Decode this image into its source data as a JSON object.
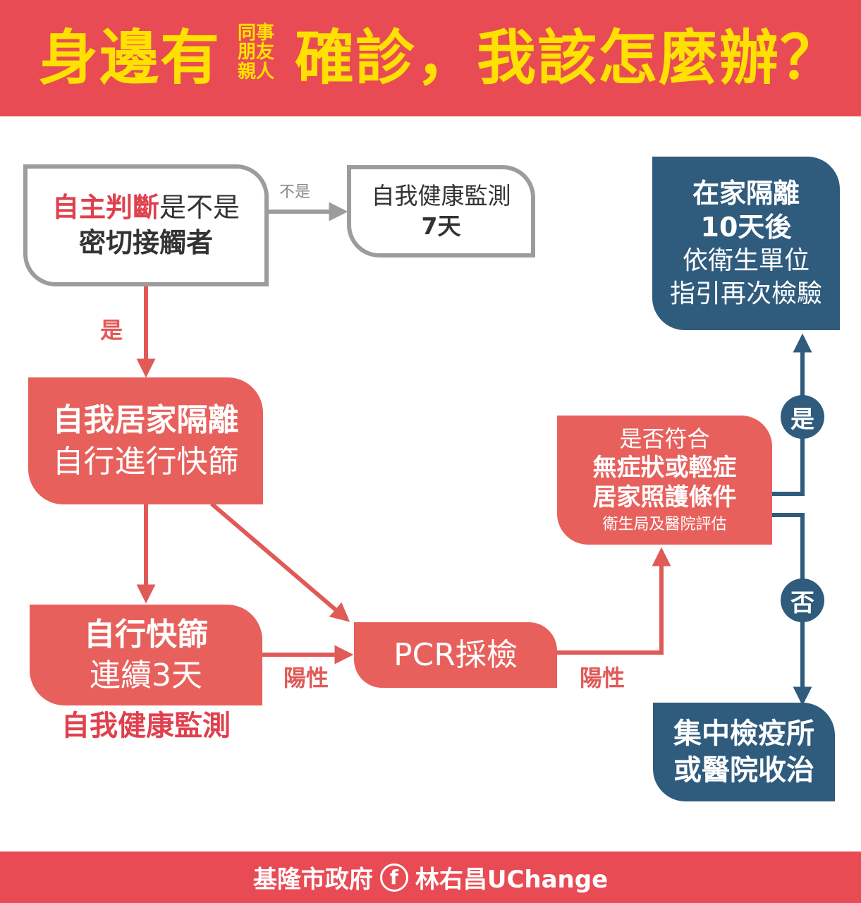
{
  "header": {
    "title_part1": "身邊有",
    "title_small": [
      "同事",
      "朋友",
      "親人"
    ],
    "title_part2": "確診，我該怎麼辦？"
  },
  "nodes": {
    "judge": {
      "highlight": "自主判斷",
      "normal": "是不是",
      "line2": "密切接觸者"
    },
    "monitor7": {
      "line1": "自我健康監測",
      "line2": "7天"
    },
    "quarantine": {
      "line1": "自我居家隔離",
      "line2": "自行進行快篩"
    },
    "rapid": {
      "line1": "自行快篩",
      "line2": "連續3天"
    },
    "rapid_note": "自我健康監測",
    "pcr": "PCR採檢",
    "criteria": {
      "line1": "是否符合",
      "line2": "無症狀或輕症",
      "line3": "居家照護條件",
      "line4": "衛生局及醫院評估"
    },
    "home10": {
      "line1": "在家隔離",
      "line2": "10天後",
      "line3": "依衛生單位",
      "line4": "指引再次檢驗"
    },
    "center": {
      "line1": "集中檢疫所",
      "line2": "或醫院收治"
    }
  },
  "labels": {
    "no": "不是",
    "yes": "是",
    "positive1": "陽性",
    "positive2": "陽性",
    "yes_circle": "是",
    "no_circle": "否"
  },
  "footer": {
    "gov": "基隆市政府",
    "fb_icon": "f",
    "page": "林右昌UChange"
  },
  "colors": {
    "banner": "#e94b55",
    "title": "#ffe100",
    "red_box": "#e8605c",
    "blue_box": "#2f5b7d",
    "grey_border": "#9c9c9c"
  }
}
